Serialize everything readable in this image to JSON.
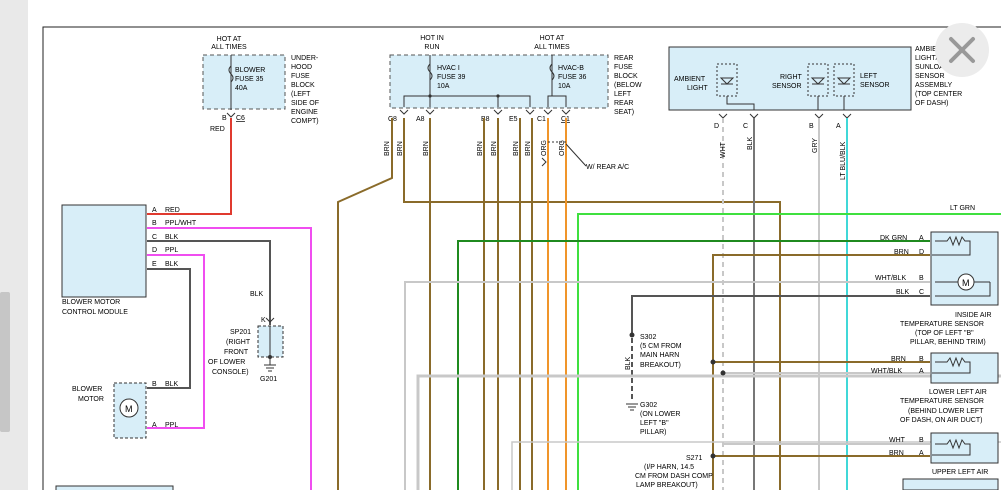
{
  "fuse_left": {
    "power_note": [
      "HOT AT",
      "ALL TIMES"
    ],
    "fuse_label": [
      "BLOWER",
      "FUSE 35",
      "40A"
    ],
    "block_label": [
      "UNDER-",
      "HOOD",
      "FUSE",
      "BLOCK",
      "(LEFT",
      "SIDE OF",
      "ENGINE",
      "COMPT)"
    ],
    "pins": [
      "B",
      "C6"
    ],
    "wire_color": "RED"
  },
  "fuse_rear": {
    "hot_in_run": [
      "HOT IN",
      "RUN"
    ],
    "hot_at_all_times": [
      "HOT AT",
      "ALL TIMES"
    ],
    "fuse1_label": [
      "HVAC I",
      "FUSE 39",
      "10A"
    ],
    "fuse2_label": [
      "HVAC-B",
      "FUSE 36",
      "10A"
    ],
    "block_label": [
      "REAR",
      "FUSE",
      "BLOCK",
      "(BELOW",
      "LEFT",
      "REAR",
      "SEAT)"
    ],
    "pins": [
      "C8",
      "A8",
      "B8",
      "E5",
      "C1",
      "C1"
    ],
    "wires": [
      "BRN",
      "BRN",
      "BRN",
      "BRN",
      "BRN",
      "BRN",
      "BRN",
      "ORG",
      "ORG"
    ],
    "rear_ac_note": "W/ REAR A/C"
  },
  "sensor_assembly": {
    "ambient_light": [
      "AMBIENT",
      "LIGHT"
    ],
    "right_sensor": [
      "RIGHT",
      "SENSOR"
    ],
    "left_sensor": [
      "LEFT",
      "SENSOR"
    ],
    "block_label": [
      "AMBIENT",
      "LIGHT/",
      "SUNLOAD",
      "SENSOR",
      "ASSEMBLY",
      "(TOP CENTER",
      "OF DASH)"
    ],
    "pins": [
      "D",
      "C",
      "B",
      "A"
    ],
    "wires": [
      "WHT",
      "BLK",
      "GRY",
      "LT BLU/BLK"
    ]
  },
  "module": {
    "name": [
      "BLOWER MOTOR",
      "CONTROL MODULE"
    ],
    "pins": [
      "A",
      "B",
      "C",
      "D",
      "E"
    ],
    "wires": [
      "RED",
      "PPL/WHT",
      "BLK",
      "PPL",
      "BLK"
    ]
  },
  "splice_sp201": {
    "pin": "K",
    "wire": "BLK",
    "label": [
      "SP201",
      "(RIGHT",
      "FRONT",
      "OF LOWER",
      "CONSOLE)"
    ],
    "ground": "G201"
  },
  "blower_motor": {
    "name": [
      "BLOWER",
      "MOTOR"
    ],
    "symbol": "M",
    "pins": [
      "B",
      "A"
    ],
    "wires": [
      "BLK",
      "PPL"
    ]
  },
  "right_side": {
    "top_wire": "LT GRN",
    "inside_sensor": {
      "pins": [
        "A",
        "D",
        "B",
        "C"
      ],
      "wires": [
        "DK GRN",
        "BRN",
        "WHT/BLK",
        "BLK"
      ],
      "label": [
        "INSIDE AIR",
        "TEMPERATURE SENSOR",
        "(TOP OF LEFT \"B\"",
        "PILLAR, BEHIND TRIM)"
      ]
    },
    "lower_left_sensor": {
      "pins": [
        "B",
        "A"
      ],
      "wires": [
        "BRN",
        "WHT/BLK"
      ],
      "label": [
        "LOWER LEFT AIR",
        "TEMPERATURE SENSOR",
        "(BEHIND LOWER LEFT",
        "OF DASH, ON AIR DUCT)"
      ]
    },
    "upper_left_sensor": {
      "pins": [
        "B",
        "A"
      ],
      "wires": [
        "WHT",
        "BRN"
      ],
      "label": [
        "UPPER LEFT AIR"
      ]
    }
  },
  "splices": {
    "s302": [
      "S302",
      "(5 CM FROM",
      "MAIN HARN",
      "BREAKOUT)"
    ],
    "s302_wire": "BLK",
    "g302": [
      "G302",
      "(ON LOWER",
      "LEFT \"B\"",
      "PILLAR)"
    ],
    "s271": [
      "S271",
      "(I/P HARN, 14.5",
      "CM FROM DASH COMP",
      "LAMP BREAKOUT)"
    ]
  },
  "colors": {
    "red": "#e03a2f",
    "magenta": "#f04ef0",
    "brown": "#8a6b2a",
    "orange": "#f0952a",
    "dark_green": "#1f8a1f",
    "lt_green": "#3fe03f",
    "lt_blue": "#40d8d8",
    "box_fill": "#d8eef8"
  },
  "close_icon": "close-icon"
}
